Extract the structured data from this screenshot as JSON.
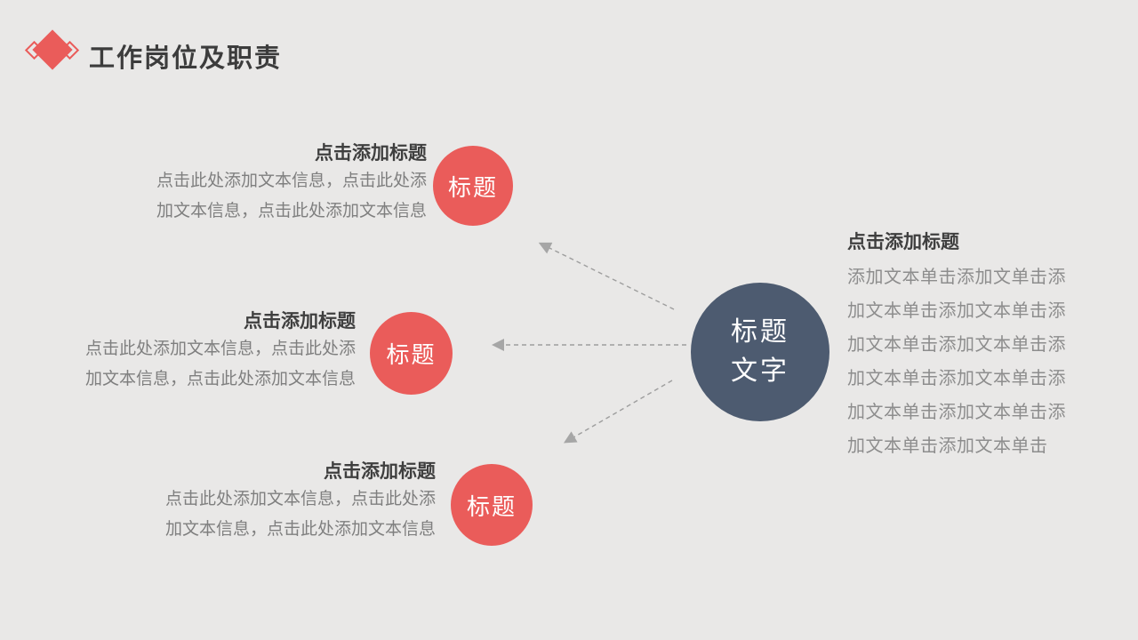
{
  "slide": {
    "header": {
      "title": "工作岗位及职责",
      "icon": "diamond-icon"
    },
    "colors": {
      "accent_red": "#ea5c5a",
      "center_circle": "#4d5b70",
      "background": "#e9e8e7",
      "heading_text": "#3f3f3f",
      "body_text": "#7f7f7f",
      "arrow_gray": "#9e9e9e"
    },
    "center_node": {
      "line1": "标题",
      "line2": "文字"
    },
    "branches": [
      {
        "heading": "点击添加标题",
        "body_line1": "点击此处添加文本信息，点击此处添",
        "body_line2": "加文本信息，点击此处添加文本信息",
        "badge": "标题"
      },
      {
        "heading": "点击添加标题",
        "body_line1": "点击此处添加文本信息，点击此处添",
        "body_line2": "加文本信息，点击此处添加文本信息",
        "badge": "标题"
      },
      {
        "heading": "点击添加标题",
        "body_line1": "点击此处添加文本信息，点击此处添",
        "body_line2": "加文本信息，点击此处添加文本信息",
        "badge": "标题"
      }
    ],
    "right_panel": {
      "heading": "点击添加标题",
      "lines": [
        "添加文本单击添加文单击添",
        "加文本单击添加文本单击添",
        "加文本单击添加文本单击添",
        "加文本单击添加文本单击添",
        "加文本单击添加文本单击添",
        "加文本单击添加文本单击"
      ]
    }
  }
}
